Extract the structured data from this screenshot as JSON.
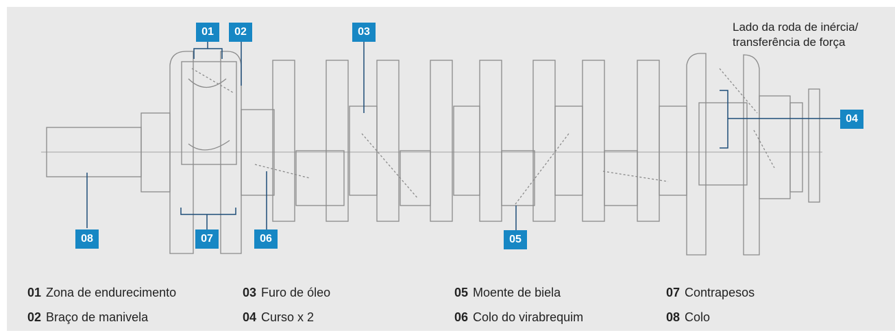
{
  "callouts": {
    "c01": "01",
    "c02": "02",
    "c03": "03",
    "c04": "04",
    "c05": "05",
    "c06": "06",
    "c07": "07",
    "c08": "08"
  },
  "side_note": {
    "line1": "Lado da roda de inércia/",
    "line2": "transferência de força"
  },
  "legend": [
    {
      "num": "01",
      "label": "Zona de endurecimento"
    },
    {
      "num": "02",
      "label": "Braço de manivela"
    },
    {
      "num": "03",
      "label": "Furo de óleo"
    },
    {
      "num": "04",
      "label": "Curso x 2"
    },
    {
      "num": "05",
      "label": "Moente de biela"
    },
    {
      "num": "06",
      "label": "Colo do virabrequim"
    },
    {
      "num": "07",
      "label": "Contrapesos"
    },
    {
      "num": "08",
      "label": "Colo"
    }
  ],
  "colors": {
    "callout_bg": "#1787c4",
    "callout_text": "#ffffff",
    "panel_bg": "#e9e9e9",
    "drawing_line": "#8a8a8a"
  }
}
